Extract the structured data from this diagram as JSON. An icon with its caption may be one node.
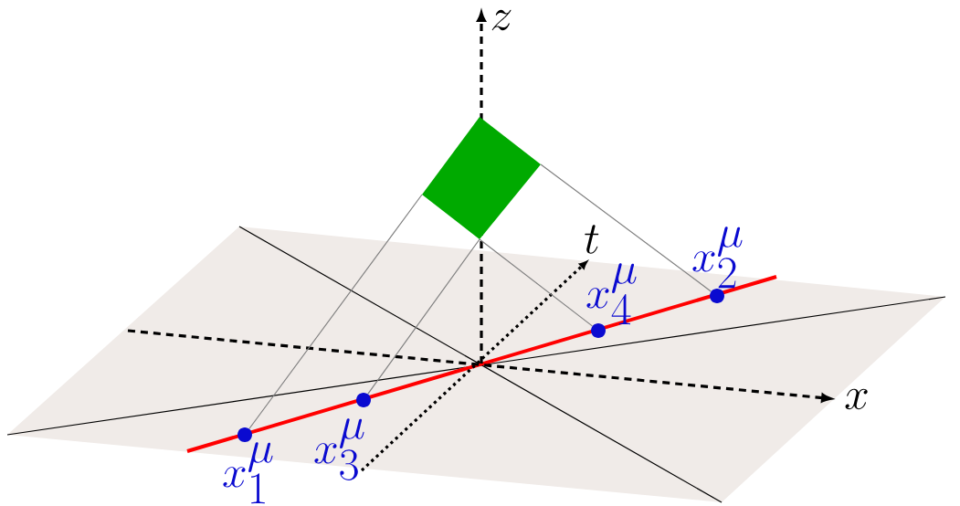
{
  "diagram": {
    "nodes": [
      {
        "text": [],
        "shape": "box"
      },
      {
        "text": [],
        "shape": "circle",
        "beside": [
          "x_1^{\\mu}"
        ]
      },
      {
        "text": [],
        "shape": "circle",
        "beside": [
          "x_2^{\\mu}"
        ]
      },
      {
        "text": [],
        "shape": "circle",
        "beside": [
          "x_3^{\\mu}"
        ]
      },
      {
        "text": [],
        "shape": "circle",
        "beside": [
          "x_4^{\\mu}"
        ]
      }
    ],
    "edges": [
      {
        "from": 0,
        "to": 1,
        "arrow": "none"
      },
      {
        "from": 0,
        "to": 2,
        "arrow": "none"
      },
      {
        "from": 0,
        "to": 3,
        "arrow": "none"
      },
      {
        "from": 0,
        "to": 4,
        "arrow": "none"
      }
    ],
    "labels": [
      "z",
      "t",
      "x"
    ]
  }
}
